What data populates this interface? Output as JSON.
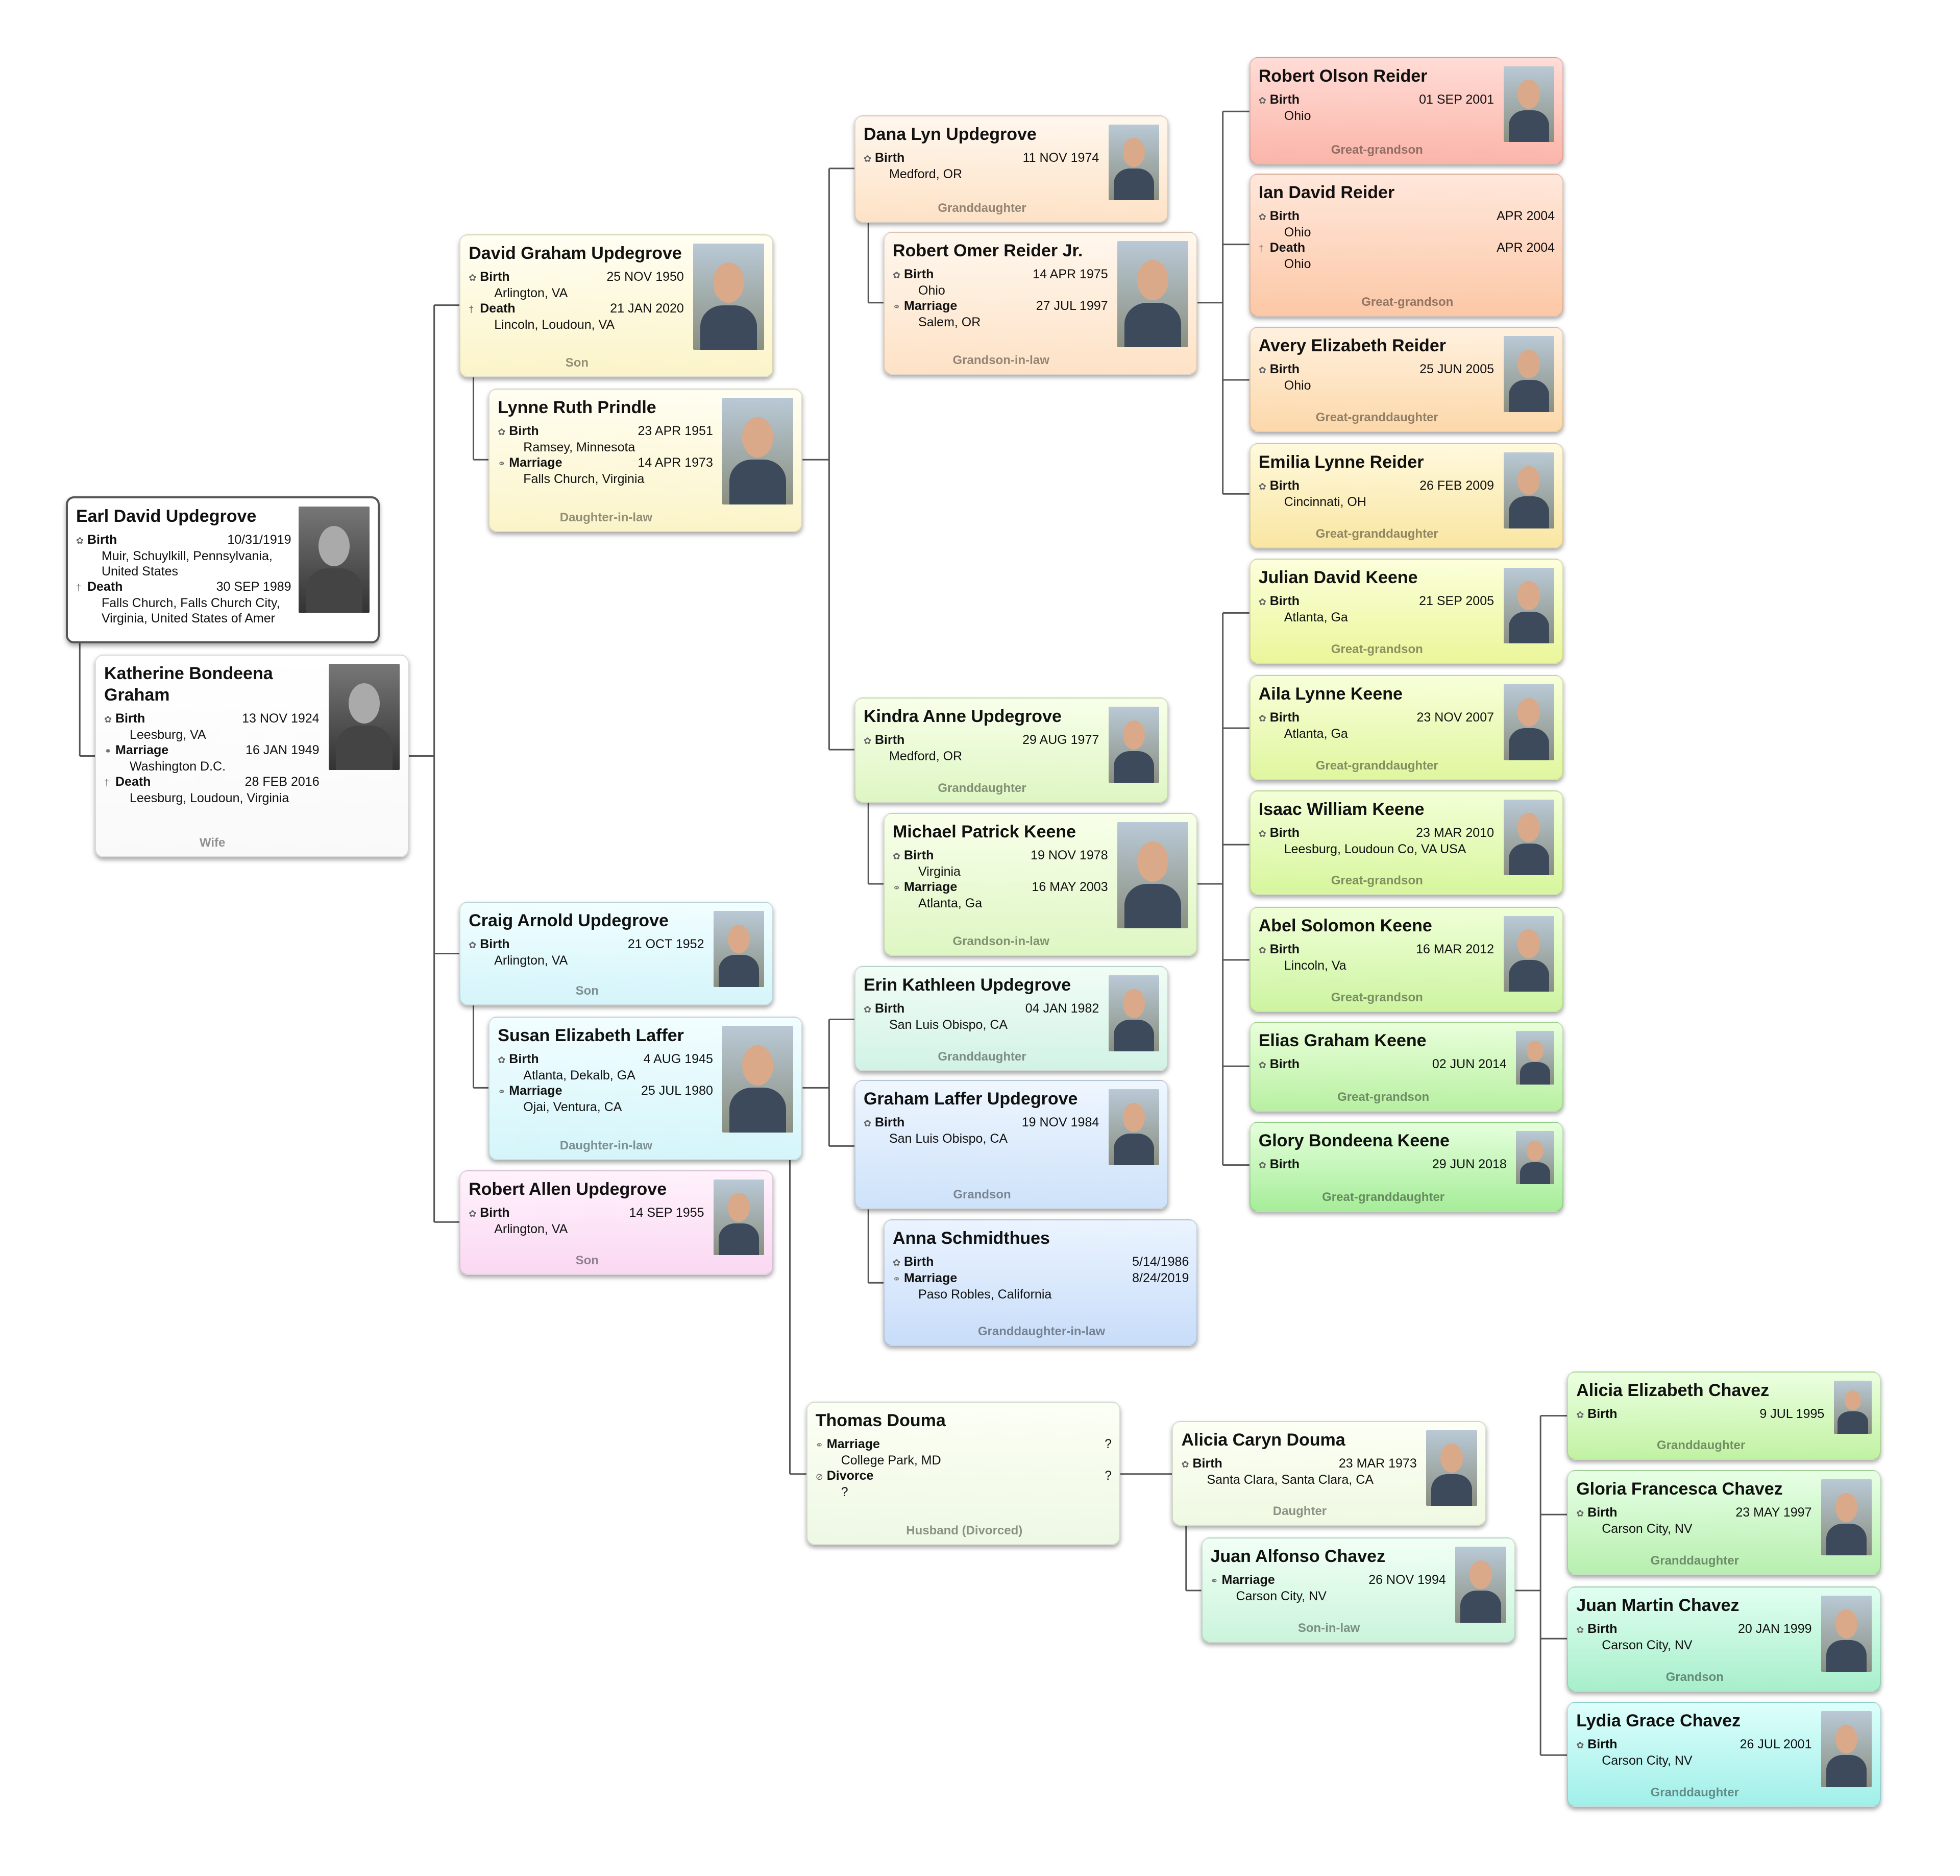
{
  "icons": {
    "Birth": "flower-star-icon",
    "Death": "cross-icon",
    "Marriage": "rings-icon",
    "Divorce": "broken-rings-icon"
  },
  "people": [
    {
      "name": "Earl David Updegrove",
      "role": "",
      "colors": [
        "#ffffff",
        "#ffffff"
      ],
      "photo": "bw",
      "events": [
        {
          "type": "Birth",
          "date": "10/31/1919",
          "place": "Muir, Schuylkill, Pennsylvania,",
          "place2": "United States"
        },
        {
          "type": "Death",
          "date": "30 SEP 1989",
          "place": "Falls Church, Falls Church City,",
          "place2": "Virginia, United States of Amer"
        }
      ]
    },
    {
      "name": "Katherine Bondeena Graham",
      "role": "Wife",
      "colors": [
        "#ffffff",
        "#f9f9f9"
      ],
      "photo": "bw",
      "events": [
        {
          "type": "Birth",
          "date": "13 NOV 1924",
          "place": "Leesburg, VA"
        },
        {
          "type": "Marriage",
          "date": "16 JAN 1949",
          "place": "Washington D.C."
        },
        {
          "type": "Death",
          "date": "28 FEB 2016",
          "place": "Leesburg, Loudoun, Virginia"
        }
      ]
    },
    {
      "name": "David Graham Updegrove",
      "role": "Son",
      "colors": [
        "#fffef2",
        "#fbf4c9"
      ],
      "photo": "color",
      "events": [
        {
          "type": "Birth",
          "date": "25 NOV 1950",
          "place": "Arlington, VA"
        },
        {
          "type": "Death",
          "date": "21 JAN 2020",
          "place": "Lincoln, Loudoun, VA"
        }
      ]
    },
    {
      "name": "Lynne Ruth Prindle",
      "role": "Daughter-in-law",
      "colors": [
        "#fffef2",
        "#fbf4c9"
      ],
      "photo": "color",
      "events": [
        {
          "type": "Birth",
          "date": "23 APR 1951",
          "place": "Ramsey, Minnesota"
        },
        {
          "type": "Marriage",
          "date": "14 APR 1973",
          "place": "Falls Church, Virginia"
        }
      ]
    },
    {
      "name": "Craig Arnold Updegrove",
      "role": "Son",
      "colors": [
        "#f2feff",
        "#d4f5fa"
      ],
      "photo": "color",
      "events": [
        {
          "type": "Birth",
          "date": "21 OCT 1952",
          "place": "Arlington, VA"
        }
      ]
    },
    {
      "name": "Susan Elizabeth Laffer",
      "role": "Daughter-in-law",
      "colors": [
        "#f2feff",
        "#d4f5fa"
      ],
      "photo": "color",
      "events": [
        {
          "type": "Birth",
          "date": "4 AUG 1945",
          "place": "Atlanta, Dekalb, GA"
        },
        {
          "type": "Marriage",
          "date": "25 JUL 1980",
          "place": "Ojai, Ventura, CA"
        }
      ]
    },
    {
      "name": "Robert Allen Updegrove",
      "role": "Son",
      "colors": [
        "#fff2fc",
        "#fad8f2"
      ],
      "photo": "color",
      "events": [
        {
          "type": "Birth",
          "date": "14 SEP 1955",
          "place": "Arlington, VA"
        }
      ]
    },
    {
      "name": "Dana Lyn Updegrove",
      "role": "Granddaughter",
      "colors": [
        "#fff7ee",
        "#fde2c6"
      ],
      "photo": "color",
      "events": [
        {
          "type": "Birth",
          "date": "11 NOV 1974",
          "place": "Medford, OR"
        }
      ]
    },
    {
      "name": "Robert Omer Reider Jr.",
      "role": "Grandson-in-law",
      "colors": [
        "#fff7ee",
        "#fde2c6"
      ],
      "photo": "color",
      "events": [
        {
          "type": "Birth",
          "date": "14 APR 1975",
          "place": "Ohio"
        },
        {
          "type": "Marriage",
          "date": "27 JUL 1997",
          "place": "Salem, OR"
        }
      ]
    },
    {
      "name": "Kindra Anne Updegrove",
      "role": "Granddaughter",
      "colors": [
        "#f8ffea",
        "#def6c3"
      ],
      "photo": "color",
      "events": [
        {
          "type": "Birth",
          "date": "29 AUG 1977",
          "place": "Medford, OR"
        }
      ]
    },
    {
      "name": "Michael Patrick Keene",
      "role": "Grandson-in-law",
      "colors": [
        "#f8ffea",
        "#def6c3"
      ],
      "photo": "color",
      "events": [
        {
          "type": "Birth",
          "date": "19 NOV 1978",
          "place": "Virginia"
        },
        {
          "type": "Marriage",
          "date": "16 MAY 2003",
          "place": "Atlanta, Ga"
        }
      ]
    },
    {
      "name": "Erin Kathleen Updegrove",
      "role": "Granddaughter",
      "colors": [
        "#f1fdf6",
        "#d2f2e6"
      ],
      "photo": "color",
      "events": [
        {
          "type": "Birth",
          "date": "04 JAN 1982",
          "place": "San Luis Obispo, CA"
        }
      ]
    },
    {
      "name": "Graham Laffer Updegrove",
      "role": "Grandson",
      "colors": [
        "#eff6ff",
        "#cde2f9"
      ],
      "photo": "color",
      "events": [
        {
          "type": "Birth",
          "date": "19 NOV 1984",
          "place": "San Luis Obispo, CA"
        }
      ]
    },
    {
      "name": "Anna Schmidthues",
      "role": "Granddaughter-in-law",
      "colors": [
        "#ebf4ff",
        "#c8ddf9"
      ],
      "photo": "",
      "events": [
        {
          "type": "Birth",
          "date": "5/14/1986",
          "place": ""
        },
        {
          "type": "Marriage",
          "date": "8/24/2019",
          "place": "Paso Robles, California"
        }
      ]
    },
    {
      "name": "Thomas Douma",
      "role": "Husband (Divorced)",
      "colors": [
        "#fcfff5",
        "#eef8e4"
      ],
      "photo": "",
      "events": [
        {
          "type": "Marriage",
          "date": "?",
          "place": "College Park, MD"
        },
        {
          "type": "Divorce",
          "date": "?",
          "place": "?"
        }
      ]
    },
    {
      "name": "Alicia Caryn Douma",
      "role": "Daughter",
      "colors": [
        "#fdfff5",
        "#eff9e2"
      ],
      "photo": "color",
      "events": [
        {
          "type": "Birth",
          "date": "23 MAR 1973",
          "place": "Santa Clara, Santa Clara, CA"
        }
      ]
    },
    {
      "name": "Juan Alfonso Chavez",
      "role": "Son-in-law",
      "colors": [
        "#f1fff5",
        "#cbf4dc"
      ],
      "photo": "color",
      "events": [
        {
          "type": "Marriage",
          "date": "26 NOV 1994",
          "place": "Carson City, NV"
        }
      ]
    },
    {
      "name": "Robert Olson Reider",
      "role": "Great-grandson",
      "colors": [
        "#ffdcd6",
        "#fbb5a9"
      ],
      "photo": "color",
      "events": [
        {
          "type": "Birth",
          "date": "01 SEP 2001",
          "place": "Ohio"
        }
      ]
    },
    {
      "name": "Ian David Reider",
      "role": "Great-grandson",
      "colors": [
        "#ffe7db",
        "#fcc8a7"
      ],
      "photo": "",
      "events": [
        {
          "type": "Birth",
          "date": "APR 2004",
          "place": "Ohio"
        },
        {
          "type": "Death",
          "date": "APR 2004",
          "place": "Ohio"
        }
      ]
    },
    {
      "name": "Avery Elizabeth Reider",
      "role": "Great-granddaughter",
      "colors": [
        "#fff1df",
        "#fcd8aa"
      ],
      "photo": "color",
      "events": [
        {
          "type": "Birth",
          "date": "25 JUN 2005",
          "place": "Ohio"
        }
      ]
    },
    {
      "name": "Emilia Lynne Reider",
      "role": "Great-granddaughter",
      "colors": [
        "#fff9dd",
        "#f9e6a2"
      ],
      "photo": "color",
      "events": [
        {
          "type": "Birth",
          "date": "26 FEB 2009",
          "place": "Cincinnati, OH"
        }
      ]
    },
    {
      "name": "Julian David Keene",
      "role": "Great-grandson",
      "colors": [
        "#fcffdb",
        "#eaf69a"
      ],
      "photo": "color",
      "events": [
        {
          "type": "Birth",
          "date": "21 SEP 2005",
          "place": "Atlanta, Ga"
        }
      ]
    },
    {
      "name": "Aila Lynne Keene",
      "role": "Great-granddaughter",
      "colors": [
        "#f8ffd9",
        "#e0f69f"
      ],
      "photo": "color",
      "events": [
        {
          "type": "Birth",
          "date": "23 NOV 2007",
          "place": "Atlanta, Ga"
        }
      ]
    },
    {
      "name": "Isaac William Keene",
      "role": "Great-grandson",
      "colors": [
        "#f3ffd7",
        "#d7f69d"
      ],
      "photo": "color",
      "events": [
        {
          "type": "Birth",
          "date": "23 MAR 2010",
          "place": "Leesburg, Loudoun Co, VA USA"
        }
      ]
    },
    {
      "name": "Abel Solomon Keene",
      "role": "Great-grandson",
      "colors": [
        "#efffd7",
        "#cdf4a1"
      ],
      "photo": "color",
      "events": [
        {
          "type": "Birth",
          "date": "16 MAR 2012",
          "place": "Lincoln, Va"
        }
      ]
    },
    {
      "name": "Elias Graham Keene",
      "role": "Great-grandson",
      "colors": [
        "#e9ffda",
        "#b8f0a2"
      ],
      "photo": "color",
      "events": [
        {
          "type": "Birth",
          "date": "02 JUN 2014",
          "place": ""
        }
      ]
    },
    {
      "name": "Glory Bondeena Keene",
      "role": "Great-granddaughter",
      "colors": [
        "#e5ffdc",
        "#a6ed99"
      ],
      "photo": "color",
      "events": [
        {
          "type": "Birth",
          "date": "29 JUN 2018",
          "place": ""
        }
      ]
    },
    {
      "name": "Alicia Elizabeth Chavez",
      "role": "Granddaughter",
      "colors": [
        "#ebffe0",
        "#c1f2a3"
      ],
      "photo": "color",
      "events": [
        {
          "type": "Birth",
          "date": "9 JUL 1995",
          "place": ""
        }
      ]
    },
    {
      "name": "Gloria Francesca Chavez",
      "role": "Granddaughter",
      "colors": [
        "#e7ffe5",
        "#b7efaf"
      ],
      "photo": "color",
      "events": [
        {
          "type": "Birth",
          "date": "23 MAY 1997",
          "place": "Carson City, NV"
        }
      ]
    },
    {
      "name": "Juan Martin Chavez",
      "role": "Grandson",
      "colors": [
        "#e1fff1",
        "#a7efcb"
      ],
      "photo": "color",
      "events": [
        {
          "type": "Birth",
          "date": "20 JAN 1999",
          "place": "Carson City, NV"
        }
      ]
    },
    {
      "name": "Lydia Grace Chavez",
      "role": "Granddaughter",
      "colors": [
        "#ddfffb",
        "#a1efe9"
      ],
      "photo": "color",
      "events": [
        {
          "type": "Birth",
          "date": "26 JUL 2001",
          "place": "Carson City, NV"
        }
      ]
    }
  ]
}
